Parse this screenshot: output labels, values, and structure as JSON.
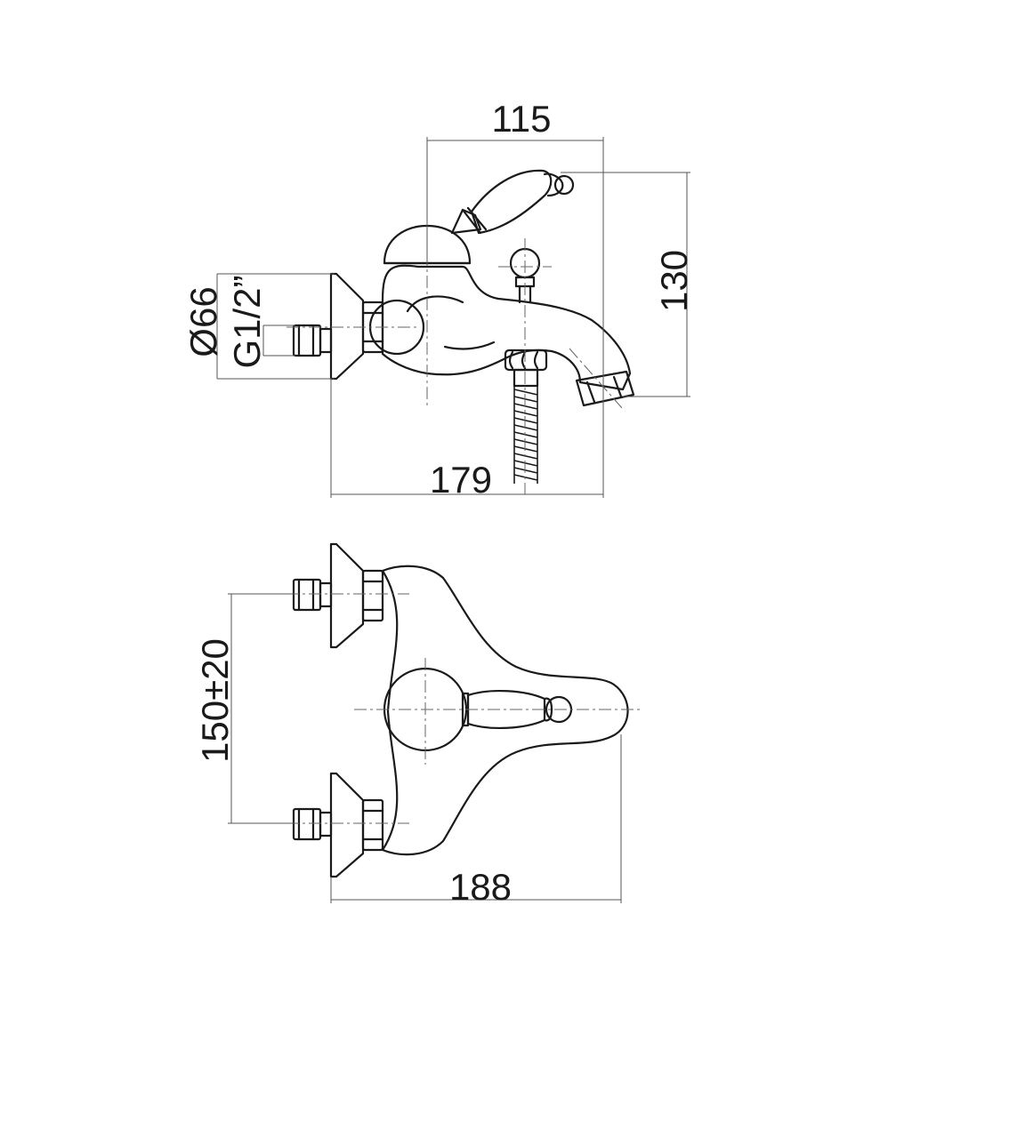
{
  "dimensions": {
    "top_width": "115",
    "height": "130",
    "flange_diameter": "Ø66",
    "thread": "G1/2”",
    "side_depth": "179",
    "inlet_spacing": "150±20",
    "plan_width": "188"
  },
  "colors": {
    "line": "#1a1a1a",
    "dimension_line": "#555555",
    "background": "#ffffff"
  }
}
